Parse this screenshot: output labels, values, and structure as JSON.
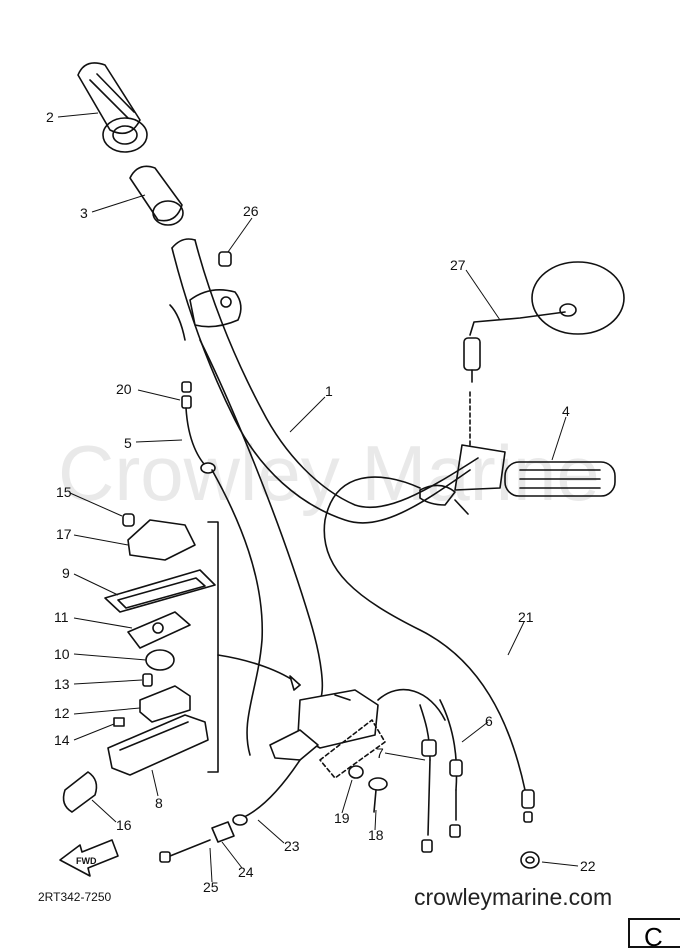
{
  "watermark": "Crowley Marine",
  "website": "crowleymarine.com",
  "part_code": "2RT342-7250",
  "corner_mark": "C",
  "fwd_label": "FWD",
  "callouts": [
    "1",
    "2",
    "3",
    "4",
    "5",
    "6",
    "7",
    "8",
    "9",
    "10",
    "11",
    "12",
    "13",
    "14",
    "15",
    "16",
    "17",
    "18",
    "19",
    "20",
    "21",
    "22",
    "23",
    "24",
    "25",
    "26",
    "27"
  ]
}
